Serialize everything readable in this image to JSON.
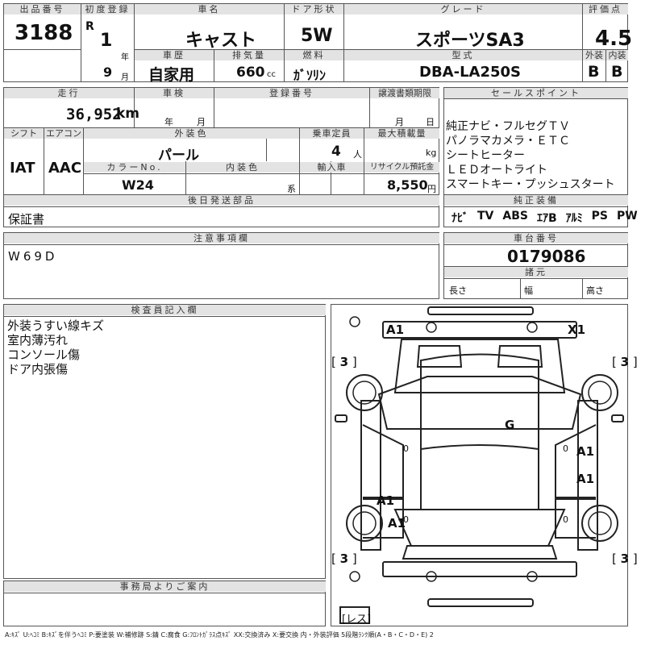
{
  "header": {
    "lot_no_label": "出品番号",
    "lot_no": "3188",
    "first_reg_label": "初度登録",
    "era": "R",
    "year": "1",
    "year_unit": "年",
    "month": "9",
    "month_unit": "月",
    "car_name_label": "車名",
    "car_name": "キャスト",
    "doors_label": "ドア形状",
    "doors": "5W",
    "grade_label": "グレード",
    "grade": "スポーツSA3",
    "score_label": "評価点",
    "score": "4.5",
    "history_label": "車歴",
    "history": "自家用",
    "displacement_label": "排気量",
    "displacement": "660",
    "displacement_unit": "cc",
    "fuel_label": "燃料",
    "fuel": "ｶﾞｿﾘﾝ",
    "model_label": "型式",
    "model": "DBA-LA250S",
    "ext_grade_label": "外装",
    "ext_grade": "B",
    "int_grade_label": "内装",
    "int_grade": "B"
  },
  "details": {
    "mileage_label": "走行",
    "mileage": "36,952",
    "mileage_unit": "km",
    "inspection_label": "車検",
    "inspection_year_unit": "年",
    "inspection_month_unit": "月",
    "reg_no_label": "登録番号",
    "transfer_deadline_label": "譲渡書類期限",
    "transfer_month_unit": "月",
    "transfer_day_unit": "日",
    "shift_label": "シフト",
    "shift": "IAT",
    "ac_label": "エアコン",
    "ac": "AAC",
    "ext_color_label": "外装色",
    "ext_color": "パール",
    "capacity_label": "乗車定員",
    "capacity": "4",
    "capacity_unit": "人",
    "max_load_label": "最大積載量",
    "max_load_unit": "kg",
    "color_no_label": "カラーNo.",
    "color_no": "W24",
    "int_color_label": "内装色",
    "int_color_unit": "系",
    "import_label": "輸入車",
    "recycle_label": "リサイクル預託金",
    "recycle": "8,550",
    "recycle_unit": "円"
  },
  "sales_points": {
    "label": "セールスポイント",
    "items": [
      "純正ナビ・フルセグＴＶ",
      "パノラマカメラ・ＥＴＣ",
      "シートヒーター",
      "ＬＥＤオートライト",
      "スマートキー・プッシュスタート"
    ]
  },
  "later_items": {
    "label": "後日発送部品",
    "value": "保証書"
  },
  "equipment": {
    "label": "純正装備",
    "items": [
      "ﾅﾋﾞ",
      "TV",
      "ABS",
      "ｴｱB",
      "ｱﾙﾐ",
      "PS",
      "PW"
    ]
  },
  "notes": {
    "label": "注意事項欄",
    "value": "W69D"
  },
  "chassis": {
    "label": "車台番号",
    "value": "0179086"
  },
  "specs": {
    "label": "諸元",
    "length_label": "長さ",
    "width_label": "幅",
    "height_label": "高さ"
  },
  "inspector": {
    "label": "検査員記入欄",
    "lines": [
      "外装うすい線キズ",
      "室内薄汚れ",
      "コンソール傷",
      "ドア内張傷"
    ]
  },
  "office": {
    "label": "事務局よりご案内"
  },
  "diagram": {
    "marks": {
      "front_left": "A1",
      "front_right": "X1",
      "roof": "G",
      "right_front_door": "A1",
      "right_rear_door": "A1",
      "left_front_door": "A1",
      "left_rear_door": "A1"
    },
    "tires": [
      "3",
      "3",
      "3",
      "3"
    ],
    "zeros": [
      "0",
      "0",
      "0",
      "0"
    ],
    "spare": "レス"
  },
  "legend": "A:ｷｽﾞ U:ﾍｺﾐ B:ｷｽﾞを伴うﾍｺﾐ P:要塗装 W:補修跡 S:錆 C:腐食 G:ﾌﾛﾝﾄｶﾞﾗｽ点ｷｽﾞ XX:交換済み X:要交換  内・外装評価  5段階ﾗﾝｸ順(A・B・C・D・E) 2"
}
